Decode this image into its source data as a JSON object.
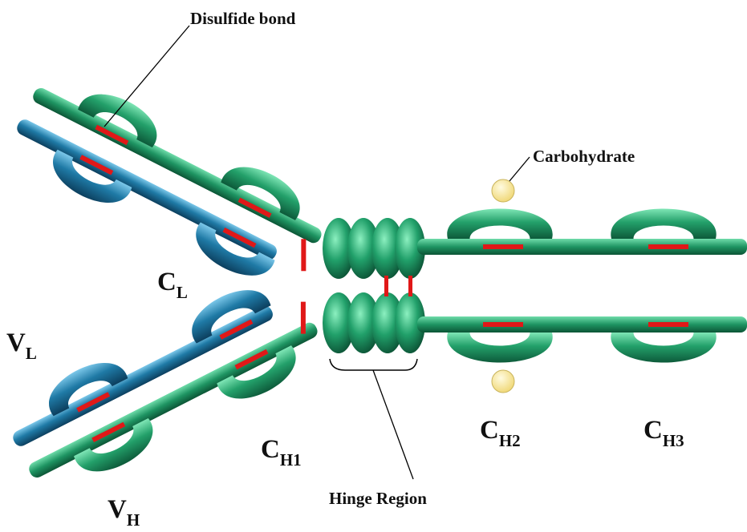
{
  "labels": {
    "disulfide_bond": "Disulfide bond",
    "carbohydrate": "Carbohydrate",
    "hinge_region": "Hinge Region",
    "cl": {
      "main": "C",
      "sub": "L"
    },
    "vl": {
      "main": "V",
      "sub": "L"
    },
    "vh": {
      "main": "V",
      "sub": "H"
    },
    "ch1": {
      "main": "C",
      "sub": "H1"
    },
    "ch2": {
      "main": "C",
      "sub": "H2"
    },
    "ch3": {
      "main": "C",
      "sub": "H3"
    }
  },
  "colors": {
    "heavy_chain": "#1f8a5e",
    "heavy_chain_light": "#5fd6a2",
    "light_chain": "#1b6c94",
    "light_chain_light": "#5cb6dc",
    "disulfide": "#e01818",
    "carbohydrate": "#f7e69a",
    "background": "#ffffff"
  }
}
